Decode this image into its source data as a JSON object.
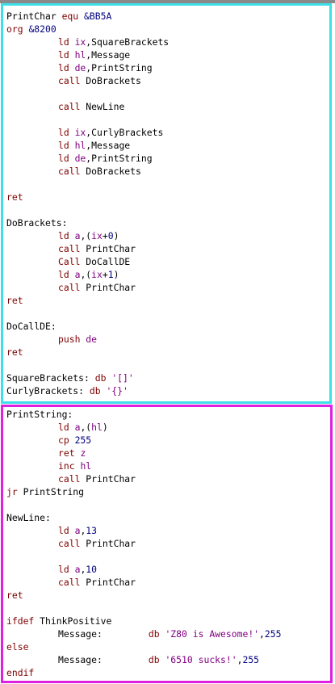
{
  "colors": {
    "top_panel_border": "#3ddfe8",
    "bottom_panel_border": "#e020e0",
    "keyword": "#800000",
    "register": "#800080",
    "number": "#000080",
    "string": "#800080",
    "top_bar": "#8a8a8a"
  },
  "top_code": [
    [
      {
        "t": "p",
        "v": "PrintChar "
      },
      {
        "t": "k",
        "v": "equ"
      },
      {
        "t": "p",
        "v": " "
      },
      {
        "t": "n",
        "v": "&BB5A"
      }
    ],
    [
      {
        "t": "k",
        "v": "org"
      },
      {
        "t": "p",
        "v": " "
      },
      {
        "t": "n",
        "v": "&8200"
      }
    ],
    [
      {
        "t": "i"
      },
      {
        "t": "k",
        "v": "ld"
      },
      {
        "t": "p",
        "v": " "
      },
      {
        "t": "r",
        "v": "ix"
      },
      {
        "t": "p",
        "v": ",SquareBrackets"
      }
    ],
    [
      {
        "t": "i"
      },
      {
        "t": "k",
        "v": "ld"
      },
      {
        "t": "p",
        "v": " "
      },
      {
        "t": "r",
        "v": "hl"
      },
      {
        "t": "p",
        "v": ",Message"
      }
    ],
    [
      {
        "t": "i"
      },
      {
        "t": "k",
        "v": "ld"
      },
      {
        "t": "p",
        "v": " "
      },
      {
        "t": "r",
        "v": "de"
      },
      {
        "t": "p",
        "v": ",PrintString"
      }
    ],
    [
      {
        "t": "i"
      },
      {
        "t": "k",
        "v": "call"
      },
      {
        "t": "p",
        "v": " DoBrackets"
      }
    ],
    [],
    [
      {
        "t": "i"
      },
      {
        "t": "k",
        "v": "call"
      },
      {
        "t": "p",
        "v": " NewLine"
      }
    ],
    [],
    [
      {
        "t": "i"
      },
      {
        "t": "k",
        "v": "ld"
      },
      {
        "t": "p",
        "v": " "
      },
      {
        "t": "r",
        "v": "ix"
      },
      {
        "t": "p",
        "v": ",CurlyBrackets"
      }
    ],
    [
      {
        "t": "i"
      },
      {
        "t": "k",
        "v": "ld"
      },
      {
        "t": "p",
        "v": " "
      },
      {
        "t": "r",
        "v": "hl"
      },
      {
        "t": "p",
        "v": ",Message"
      }
    ],
    [
      {
        "t": "i"
      },
      {
        "t": "k",
        "v": "ld"
      },
      {
        "t": "p",
        "v": " "
      },
      {
        "t": "r",
        "v": "de"
      },
      {
        "t": "p",
        "v": ",PrintString"
      }
    ],
    [
      {
        "t": "i"
      },
      {
        "t": "k",
        "v": "call"
      },
      {
        "t": "p",
        "v": " DoBrackets"
      }
    ],
    [],
    [
      {
        "t": "k",
        "v": "ret"
      }
    ],
    [],
    [
      {
        "t": "p",
        "v": "DoBrackets:"
      }
    ],
    [
      {
        "t": "i"
      },
      {
        "t": "k",
        "v": "ld"
      },
      {
        "t": "p",
        "v": " "
      },
      {
        "t": "r",
        "v": "a"
      },
      {
        "t": "p",
        "v": ",("
      },
      {
        "t": "r",
        "v": "ix"
      },
      {
        "t": "p",
        "v": "+"
      },
      {
        "t": "n",
        "v": "0"
      },
      {
        "t": "p",
        "v": ")"
      }
    ],
    [
      {
        "t": "i"
      },
      {
        "t": "k",
        "v": "call"
      },
      {
        "t": "p",
        "v": " PrintChar"
      }
    ],
    [
      {
        "t": "i"
      },
      {
        "t": "k",
        "v": "Call"
      },
      {
        "t": "p",
        "v": " DoCallDE"
      }
    ],
    [
      {
        "t": "i"
      },
      {
        "t": "k",
        "v": "ld"
      },
      {
        "t": "p",
        "v": " "
      },
      {
        "t": "r",
        "v": "a"
      },
      {
        "t": "p",
        "v": ",("
      },
      {
        "t": "r",
        "v": "ix"
      },
      {
        "t": "p",
        "v": "+"
      },
      {
        "t": "n",
        "v": "1"
      },
      {
        "t": "p",
        "v": ")"
      }
    ],
    [
      {
        "t": "i"
      },
      {
        "t": "k",
        "v": "call"
      },
      {
        "t": "p",
        "v": " PrintChar"
      }
    ],
    [
      {
        "t": "k",
        "v": "ret"
      }
    ],
    [],
    [
      {
        "t": "p",
        "v": "DoCallDE:"
      }
    ],
    [
      {
        "t": "i"
      },
      {
        "t": "k",
        "v": "push"
      },
      {
        "t": "p",
        "v": " "
      },
      {
        "t": "r",
        "v": "de"
      }
    ],
    [
      {
        "t": "k",
        "v": "ret"
      }
    ],
    [],
    [
      {
        "t": "p",
        "v": "SquareBrackets: "
      },
      {
        "t": "k",
        "v": "db"
      },
      {
        "t": "p",
        "v": " "
      },
      {
        "t": "s",
        "v": "'[]'"
      }
    ],
    [
      {
        "t": "p",
        "v": "CurlyBrackets: "
      },
      {
        "t": "k",
        "v": "db"
      },
      {
        "t": "p",
        "v": " "
      },
      {
        "t": "s",
        "v": "'{}'"
      }
    ]
  ],
  "bottom_code": [
    [
      {
        "t": "p",
        "v": "PrintString:"
      }
    ],
    [
      {
        "t": "i"
      },
      {
        "t": "k",
        "v": "ld"
      },
      {
        "t": "p",
        "v": " "
      },
      {
        "t": "r",
        "v": "a"
      },
      {
        "t": "p",
        "v": ",("
      },
      {
        "t": "r",
        "v": "hl"
      },
      {
        "t": "p",
        "v": ")"
      }
    ],
    [
      {
        "t": "i"
      },
      {
        "t": "k",
        "v": "cp"
      },
      {
        "t": "p",
        "v": " "
      },
      {
        "t": "n",
        "v": "255"
      }
    ],
    [
      {
        "t": "i"
      },
      {
        "t": "k",
        "v": "ret"
      },
      {
        "t": "p",
        "v": " "
      },
      {
        "t": "r",
        "v": "z"
      }
    ],
    [
      {
        "t": "i"
      },
      {
        "t": "k",
        "v": "inc"
      },
      {
        "t": "p",
        "v": " "
      },
      {
        "t": "r",
        "v": "hl"
      }
    ],
    [
      {
        "t": "i"
      },
      {
        "t": "k",
        "v": "call"
      },
      {
        "t": "p",
        "v": " PrintChar"
      }
    ],
    [
      {
        "t": "k",
        "v": "jr"
      },
      {
        "t": "p",
        "v": " PrintString"
      }
    ],
    [],
    [
      {
        "t": "p",
        "v": "NewLine:"
      }
    ],
    [
      {
        "t": "i"
      },
      {
        "t": "k",
        "v": "ld"
      },
      {
        "t": "p",
        "v": " "
      },
      {
        "t": "r",
        "v": "a"
      },
      {
        "t": "p",
        "v": ","
      },
      {
        "t": "n",
        "v": "13"
      }
    ],
    [
      {
        "t": "i"
      },
      {
        "t": "k",
        "v": "call"
      },
      {
        "t": "p",
        "v": " PrintChar"
      }
    ],
    [],
    [
      {
        "t": "i"
      },
      {
        "t": "k",
        "v": "ld"
      },
      {
        "t": "p",
        "v": " "
      },
      {
        "t": "r",
        "v": "a"
      },
      {
        "t": "p",
        "v": ","
      },
      {
        "t": "n",
        "v": "10"
      }
    ],
    [
      {
        "t": "i"
      },
      {
        "t": "k",
        "v": "call"
      },
      {
        "t": "p",
        "v": " PrintChar"
      }
    ],
    [
      {
        "t": "k",
        "v": "ret"
      }
    ],
    [],
    [
      {
        "t": "k",
        "v": "ifdef"
      },
      {
        "t": "p",
        "v": " ThinkPositive"
      }
    ],
    [
      {
        "t": "i"
      },
      {
        "t": "p",
        "v": "Message:"
      },
      {
        "t": "g"
      },
      {
        "t": "k",
        "v": "db"
      },
      {
        "t": "p",
        "v": " "
      },
      {
        "t": "s",
        "v": "'Z80 is Awesome!'"
      },
      {
        "t": "p",
        "v": ","
      },
      {
        "t": "n",
        "v": "255"
      }
    ],
    [
      {
        "t": "k",
        "v": "else"
      }
    ],
    [
      {
        "t": "i"
      },
      {
        "t": "p",
        "v": "Message:"
      },
      {
        "t": "g"
      },
      {
        "t": "k",
        "v": "db"
      },
      {
        "t": "p",
        "v": " "
      },
      {
        "t": "s",
        "v": "'6510 sucks!'"
      },
      {
        "t": "p",
        "v": ","
      },
      {
        "t": "n",
        "v": "255"
      }
    ],
    [
      {
        "t": "k",
        "v": "endif"
      }
    ]
  ]
}
